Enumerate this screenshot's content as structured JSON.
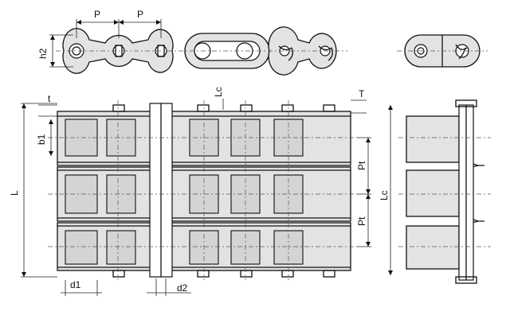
{
  "labels": {
    "pitch_1": "P",
    "pitch_2": "P",
    "plate_height": "h2",
    "plate_thickness": "t",
    "inner_width": "b1",
    "overall_length": "L",
    "connecting_pin_length": "Lc",
    "connecting_pin_length_side": "Lc",
    "pin_thickness": "T",
    "transverse_pitch_1": "Pt",
    "transverse_pitch_2": "Pt",
    "roller_diameter": "d1",
    "pin_diameter": "d2"
  }
}
